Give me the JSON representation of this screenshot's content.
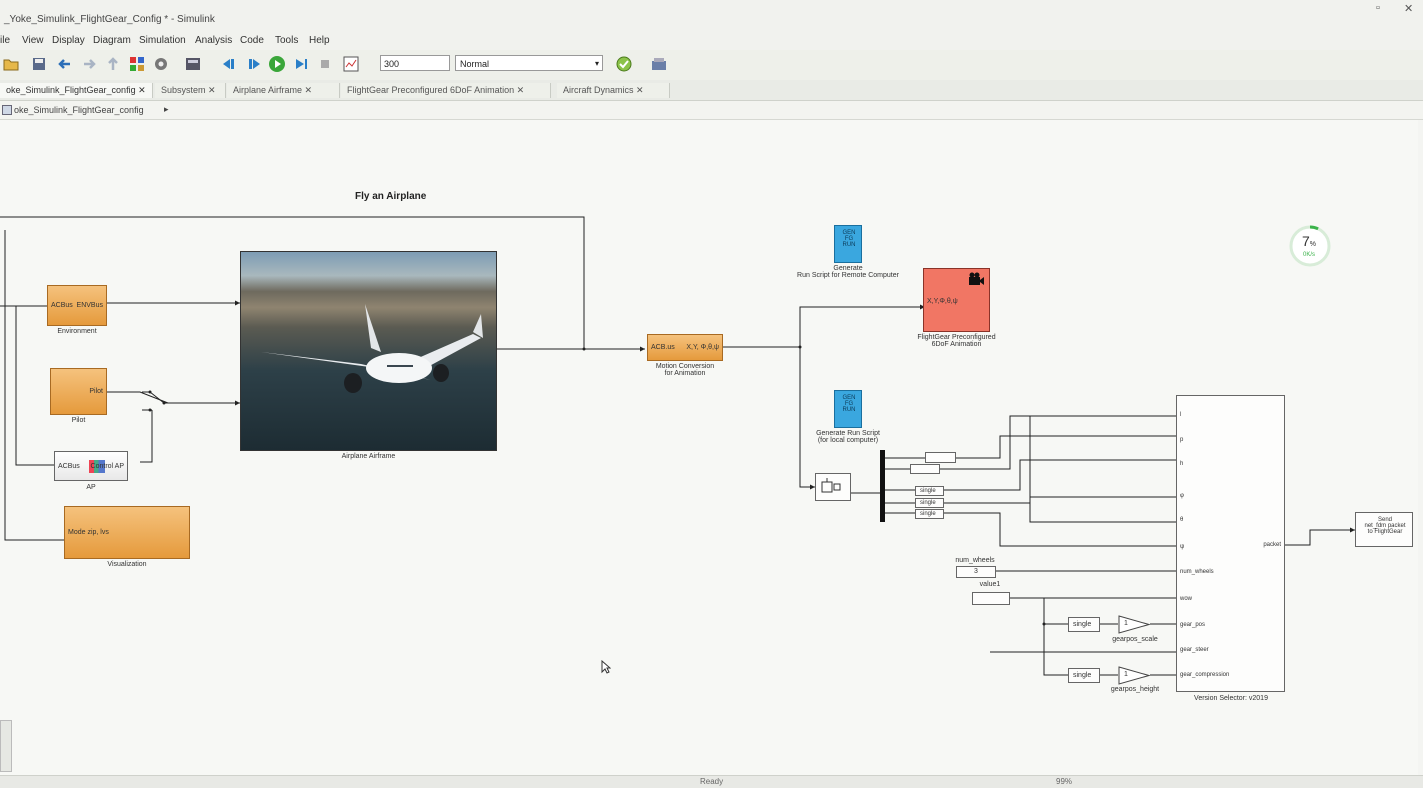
{
  "window": {
    "title": "_Yoke_Simulink_FlightGear_Config * - Simulink"
  },
  "menu": [
    "ile",
    "View",
    "Display",
    "Diagram",
    "Simulation",
    "Analysis",
    "Code",
    "Tools",
    "Help"
  ],
  "toolbar": {
    "stop_time": "300",
    "mode": "Normal"
  },
  "tabs": [
    "oke_Simulink_FlightGear_config",
    "Subsystem",
    "Airplane Airframe",
    "FlightGear Preconfigured 6DoF Animation",
    "Aircraft Dynamics"
  ],
  "breadcrumb": "oke_Simulink_FlightGear_config",
  "diagram": {
    "title": "Fly an Airplane",
    "blocks": {
      "environment": {
        "label": "Environment",
        "in_text": "ACBus",
        "out_text": "ENVBus"
      },
      "pilot": {
        "label": "Pilot",
        "out_text": "Pilot"
      },
      "ap": {
        "label": "AP",
        "in_text": "ACBus",
        "out_text": "Control AP"
      },
      "visual": {
        "label": "Visualization",
        "in_text": "Mode zip, lvs"
      },
      "airframe": {
        "label": "Airplane Airframe"
      },
      "motion": {
        "label": "Motion Conversion\nfor Animation",
        "in_text": "ACB.us",
        "out_text": "X,Y, Φ,θ,ψ"
      },
      "gen_remote": {
        "label": "Generate\nRun Script for Remote Computer",
        "icon_text": "GEN\nFG\nRUN"
      },
      "flightgear": {
        "label": "FlightGear Preconfigured\n6DoF Animation",
        "in_text": "X,Y,Φ,θ,ψ"
      },
      "gen_local": {
        "label": "Generate Run Script\n(for local computer)",
        "icon_text": "GEN\nFG\nRUN"
      },
      "send_net": {
        "label": "Send\nnet_fdm packet\nto FlightGear"
      },
      "pack": {
        "label": "Version Selector: v2019"
      },
      "num_wheels": {
        "label": "num_wheels",
        "value": "3"
      },
      "value1": {
        "label": "value1"
      },
      "gearpos_scale": {
        "label": "gearpos_scale",
        "value": "1"
      },
      "gearpos_height": {
        "label": "gearpos_height",
        "value": "1"
      },
      "single": "single",
      "packet_out": "packet",
      "pack_ports": [
        "l",
        "p",
        "h",
        "φ",
        "θ",
        "ψ",
        "num_wheels",
        "wow",
        "gear_pos",
        "gear_steer",
        "gear_compression"
      ]
    }
  },
  "progress": {
    "value": "7",
    "unit": "%",
    "rate": "0K/s"
  },
  "status": {
    "center": "Ready",
    "zoom": "99%"
  }
}
